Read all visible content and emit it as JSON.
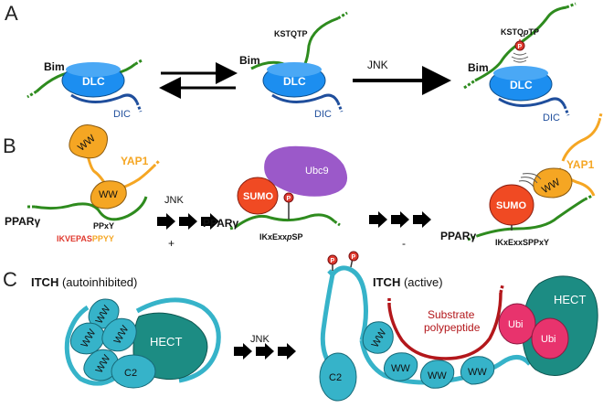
{
  "panels": {
    "a": {
      "letter": "A",
      "bim": "Bim",
      "dlc": "DLC",
      "dic": "DIC",
      "motif": "KSTQTP",
      "motif_p_prefix": "KSTQ",
      "motif_p": "p",
      "motif_p_suffix": "TP",
      "kinase": "JNK",
      "phospho": "P"
    },
    "b": {
      "letter": "B",
      "yap1": "YAP1",
      "ww": "WW",
      "ppary": "PPARγ",
      "ppxy": "PPxY",
      "seq_red": "IKVEPAS",
      "seq_orange": "PPYY",
      "kinase": "JNK",
      "plus": "+",
      "minus": "-",
      "sumo": "SUMO",
      "ubc9": "Ubc9",
      "motif_mid_prefix": "IKxExx",
      "motif_mid_p": "p",
      "motif_mid_suffix": "SP",
      "motif_right": "IKxExxSPPxY",
      "phospho": "P"
    },
    "c": {
      "letter": "C",
      "itch": "ITCH",
      "state_left": "(autoinhibited)",
      "state_right": "(active)",
      "hect": "HECT",
      "c2": "C2",
      "ww": "WW",
      "kinase": "JNK",
      "substrate_line1": "Substrate",
      "substrate_line2": "polypeptide",
      "ubi": "Ubi",
      "phospho": "P"
    }
  },
  "colors": {
    "dlc_blue": "#1c8ef0",
    "dic_navy": "#1f4e9c",
    "bim_green": "#2e8b1e",
    "yap_orange": "#f5a623",
    "sumo_red": "#f04a23",
    "ubc9_purple": "#9b59c9",
    "itch_teal": "#36b3c9",
    "hect_teal": "#1c8c83",
    "ubi_pink": "#e8336d",
    "substrate_red": "#b3171b"
  },
  "icons": {
    "equilibrium": "equilibrium-arrows-icon",
    "arrow": "right-arrow-icon",
    "phospho": "phosphate-badge-icon"
  }
}
